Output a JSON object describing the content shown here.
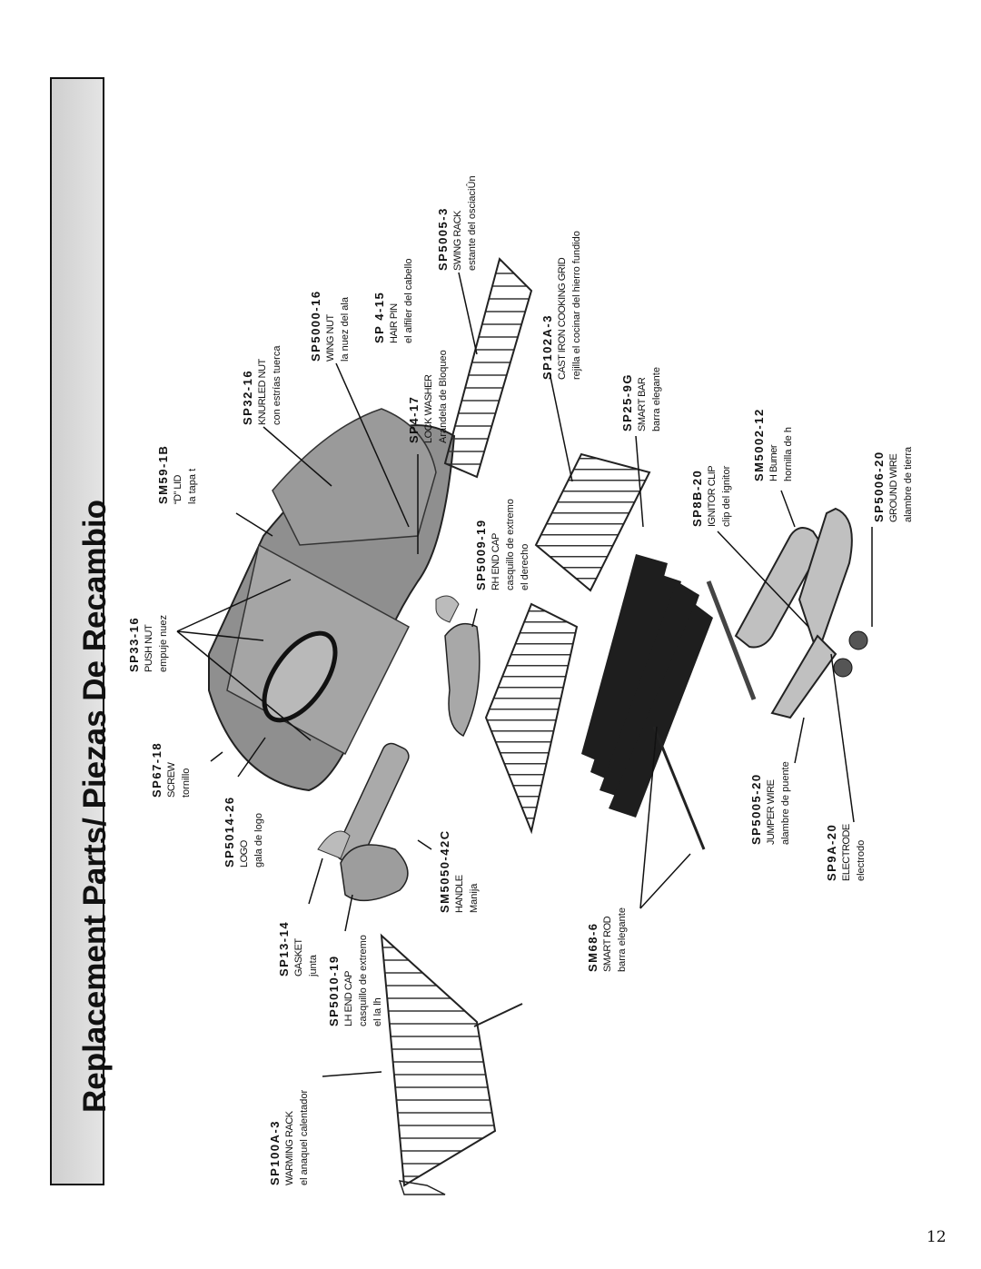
{
  "title": "Replacement  Parts/  Piezas De Recambio",
  "page_number": "12",
  "parts": [
    {
      "id": "p_sp100a3",
      "code": "SP100A-3",
      "en": "WARMING RACK",
      "es": "el anaquel calentador"
    },
    {
      "id": "p_sp1010",
      "code": "SP5010-19",
      "en": "LH END CAP",
      "es": "casquillo de extremo",
      "es2": "el la lh"
    },
    {
      "id": "p_sp1314",
      "code": "SP13-14",
      "en": "GASKET",
      "es": "junta"
    },
    {
      "id": "p_sp5014",
      "code": "SP5014-26",
      "en": "LOGO",
      "es": "gala de logo"
    },
    {
      "id": "p_sp6718",
      "code": "SP67-18",
      "en": "SCREW",
      "es": "tornillo"
    },
    {
      "id": "p_sp3316",
      "code": "SP33-16",
      "en": "PUSH NUT",
      "es": "empuje nuez"
    },
    {
      "id": "p_sm591b",
      "code": "SM59-1B",
      "en": "“D” LID",
      "es": "la tapa t"
    },
    {
      "id": "p_sp3216",
      "code": "SP32-16",
      "en": "KNURLED NUT",
      "es": "con estrías tuerca"
    },
    {
      "id": "p_sp500016",
      "code": "SP5000-16",
      "en": "WING NUT",
      "es": "la nuez del ala"
    },
    {
      "id": "p_sp415",
      "code": "SP 4-15",
      "en": "HAIR PIN",
      "es": "el alfiler del cabello"
    },
    {
      "id": "p_sp417",
      "code": "SP4-17",
      "en": "LOCK WASHER",
      "es": "Arandela de Bloqueo"
    },
    {
      "id": "p_sp50053",
      "code": "SP5005-3",
      "en": "SWING RACK",
      "es": "estante del osciaciÛn"
    },
    {
      "id": "p_sm505042c",
      "code": "SM5050-42C",
      "en": "HANDLE",
      "es": "Manija"
    },
    {
      "id": "p_sp500919",
      "code": "SP5009-19",
      "en": "RH END CAP",
      "es": "casquillo de extremo",
      "es2": "el derecho"
    },
    {
      "id": "p_sp102a3",
      "code": "SP102A-3",
      "en": "CAST IRON COOKING GRID",
      "es": "rejilla el cocinar del hierro fundido"
    },
    {
      "id": "p_sm686",
      "code": "SM68-6",
      "en": "SMART ROD",
      "es": "barra elegante"
    },
    {
      "id": "p_sp259g",
      "code": "SP25-9G",
      "en": "SMART BAR",
      "es": "barra elegante"
    },
    {
      "id": "p_sp8b20",
      "code": "SP8B-20",
      "en": "IGNITOR CLIP",
      "es": "clip del ignitor"
    },
    {
      "id": "p_sm500212",
      "code": "SM5002-12",
      "en": "H Burner",
      "es": "hornilla de h"
    },
    {
      "id": "p_sp500520",
      "code": "SP5005-20",
      "en": "JUMPER WIRE",
      "es": "alambre de puente"
    },
    {
      "id": "p_sp9a20",
      "code": "SP9A-20",
      "en": "ELECTRODE",
      "es": "electrodo"
    },
    {
      "id": "p_sp500620",
      "code": "SP5006-20",
      "en": "GROUND WIRE",
      "es": "alambre de tierra"
    }
  ]
}
